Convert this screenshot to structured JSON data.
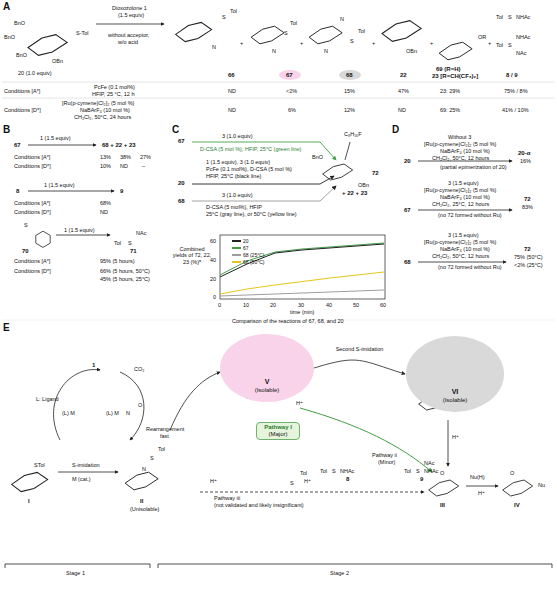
{
  "diagram": {
    "nodes": [
      {
        "text": [
          "V",
          "(Isolable)"
        ]
      },
      {
        "text": [
          "VI",
          "(Isolable)"
        ]
      },
      {
        "text": [
          "Pathway I",
          "(Major)"
        ]
      }
    ],
    "edges": [
      {
        "from": 0,
        "to": 1,
        "arrow": "to",
        "label": "Second S-imidation"
      }
    ],
    "labels": [
      "A",
      "Dioxozolone 1",
      "(1.5 equiv)",
      "without acceptor,",
      "w/o acid",
      "BnO",
      "BnO",
      "BnO",
      "OBn",
      "S-Tol",
      "20 (1.0 equiv)",
      "+",
      "S",
      "Tol",
      "N",
      "+",
      "S",
      "Tol",
      "N",
      "+",
      "S",
      "Tol",
      "N",
      "N",
      "+",
      "OBn",
      "+",
      "OR",
      "Tol",
      "S",
      "NHAc",
      "Tol",
      "S",
      "NHAc",
      "NAc",
      "66",
      "67",
      "68",
      "22",
      "69 (R=H)",
      "23 [R=CH(CF₃)₂]",
      "8 / 9",
      "Conditions [A*]",
      "PcFe (0.1 mol%)",
      "HFIP, 25 °C, 12 h",
      "ND",
      "<2%",
      "15%",
      "47%",
      "23: 29%",
      "75% / 8%",
      "Conditions [D*]",
      "[Ru(p-cymene)Cl₂]₂ (5 mol %)",
      "NaBArF₄ (10 mol %)",
      "CH₂Cl₂, 50°C, 24 hours",
      "ND",
      "6%",
      "12%",
      "ND",
      "69: 25%",
      "41% / 10%",
      "B",
      "67",
      "1 (1.5 equiv)",
      "68 + 22 + 23",
      "Conditions [A*]",
      "13%",
      "38%",
      "27%",
      "Conditions [D*]",
      "10%",
      "ND",
      "–",
      "8",
      "1 (1.5 equiv)",
      "9",
      "Conditions [A*]",
      "68%",
      "Conditions [D*]",
      "ND",
      "S",
      "70",
      "1 (1.5 equiv)",
      "Tol",
      "S",
      "NAc",
      "71",
      "Conditions [A*]",
      "95% (5 hours)",
      "Conditions [D*]",
      "66% (5 hours, 50°C)",
      "45% (5 hours, 25°C)",
      "C",
      "67",
      "3 (1.0 equiv)",
      "D-CSA (5 mol %), HFIP, 25°C (green line)",
      "20",
      "1 (1.5 equiv), 3 (1.0 equiv)",
      "PcFe (0.1 mol%), D-CSA (5 mol %)",
      "HFIP, 25°C (black line)",
      "68",
      "3 (1.0 equiv)",
      "D-CSA (5 mol%), HFIP",
      "25°C (gray line), or 50°C (yellow line)",
      "C₈H₁₆F",
      "BnO",
      "OBn",
      "72",
      "+ 22 + 23",
      "Combined yields of 72, 22, 23 (%)ᵃ",
      "60",
      "40",
      "20",
      "0",
      "0",
      "10",
      "20",
      "30",
      "40",
      "50",
      "60",
      "time (min)",
      "Comparison of the reactions of 67, 68, and 20",
      "D",
      "Without 3",
      "[Ru(p-cymene)Cl₂]₂ (5 mol %)",
      "NaBArF₄ (10 mol %)",
      "CH₂Cl₂, 50°C, 12 hours",
      "20",
      "20-α",
      "16%",
      "(partial epimerization of 20)",
      "67",
      "3 (1.5 equiv)",
      "[Ru(p-cymene)Cl₂]₂ (5 mol %)",
      "NaBArF₄ (10 mol %)",
      "CH₂Cl₂, 25°C, 12 hours",
      "72",
      "83%",
      "(no 72 formed without Ru)",
      "68",
      "3 (1.5 equiv)",
      "[Ru(p-cymene)Cl₂]₂ (5 mol %)",
      "NaBArF₄ (10 mol %)",
      "CH₂Cl₂, 50°C, 12 hours",
      "72",
      "75% (50°C)",
      "<2% (25°C)",
      "(no 72 formed without Ru)",
      "E",
      "1",
      "CO₂",
      "L: Ligand",
      "(L) M",
      "(L) M",
      "N",
      "O",
      "STol",
      "I",
      "S-imidation",
      "M (cat.)",
      "Rearrangement",
      "fast",
      "S",
      "Tol",
      "N",
      "II",
      "(Unisolable)",
      "H⁺",
      "Pathway iii",
      "(not validated and likely insignificant)",
      "Tol",
      "S",
      "H⁺",
      "S",
      "Tol",
      "N",
      "S",
      "Tol",
      "N",
      "H⁺",
      "H⁺",
      "Pathway ii",
      "(Minor)",
      "Tol",
      "S",
      "NHAc",
      "8",
      "Tol",
      "S",
      "NHAc",
      "NAc",
      "9",
      "III",
      "O",
      "Nu(H)",
      "H⁺",
      "Nu",
      "IV",
      "O",
      "Stage 1",
      "Stage 2"
    ],
    "legend": [
      {
        "text": "20",
        "color": "#222222"
      },
      {
        "text": "67",
        "color": "#43a047"
      },
      {
        "text": "68 (25°C)",
        "color": "#9e9e9e"
      },
      {
        "text": "68 (50°C)",
        "color": "#e6c619"
      }
    ]
  }
}
